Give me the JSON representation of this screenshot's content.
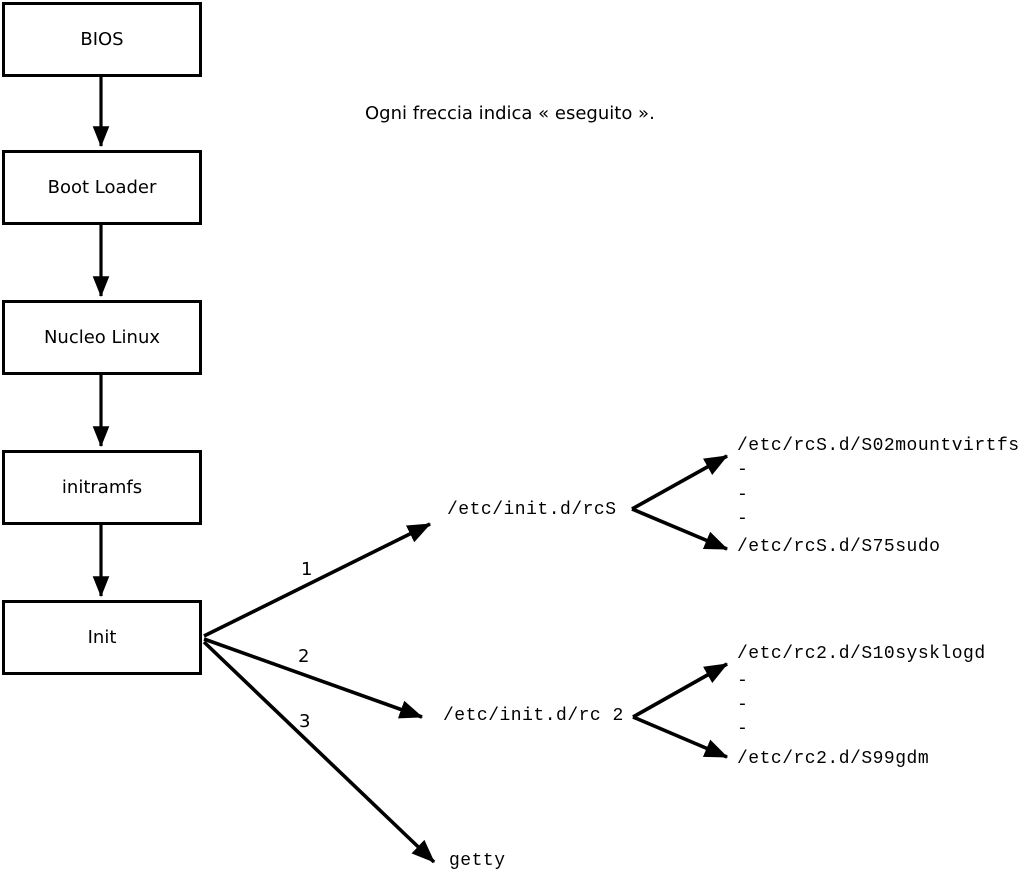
{
  "caption": "Ogni freccia indica « eseguito ».",
  "colors": {
    "line": "#000000",
    "background": "#ffffff",
    "box_fill": "#ffffff",
    "text": "#000000"
  },
  "flow_boxes": [
    {
      "label": "BIOS"
    },
    {
      "label": "Boot Loader"
    },
    {
      "label": "Nucleo Linux"
    },
    {
      "label": "initramfs"
    },
    {
      "label": "Init"
    }
  ],
  "branches": [
    {
      "number": "1",
      "target": "/etc/init.d/rcS",
      "children": [
        "/etc/rcS.d/S02mountvirtfs",
        "-",
        "-",
        "-",
        "/etc/rcS.d/S75sudo"
      ]
    },
    {
      "number": "2",
      "target": "/etc/init.d/rc 2",
      "children": [
        "/etc/rc2.d/S10sysklogd",
        "-",
        "-",
        "-",
        "/etc/rc2.d/S99gdm"
      ]
    },
    {
      "number": "3",
      "target": "getty",
      "children": []
    }
  ]
}
